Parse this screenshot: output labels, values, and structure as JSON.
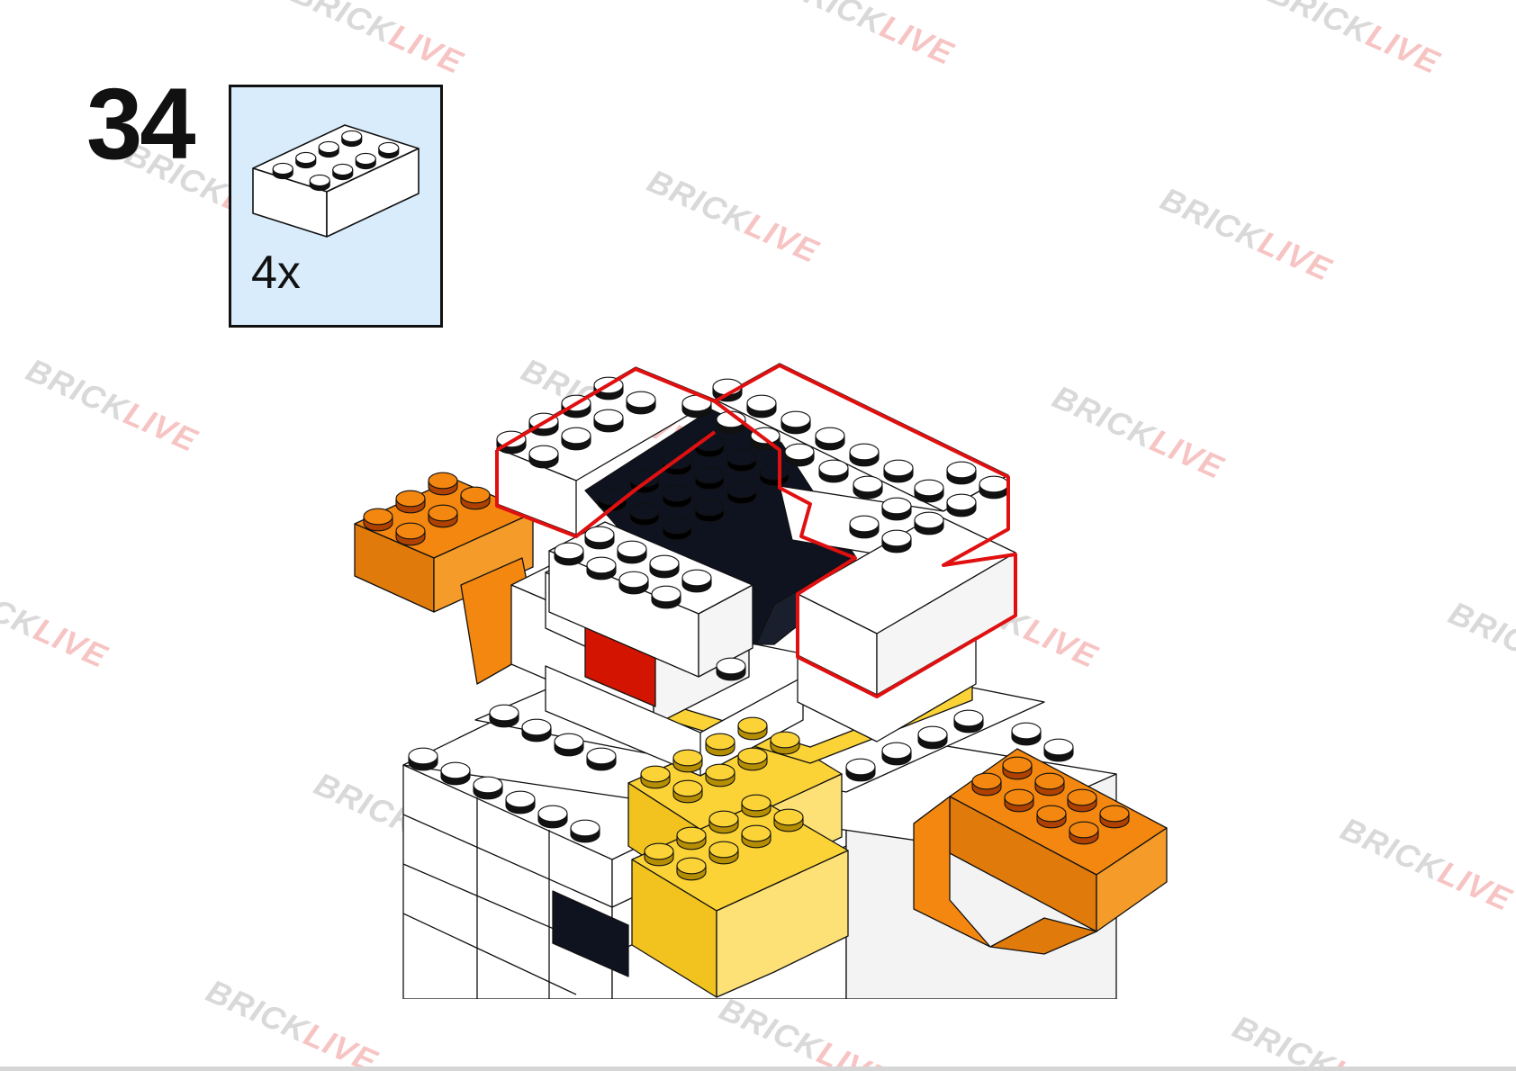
{
  "step": {
    "number": "34"
  },
  "parts": [
    {
      "name": "white-brick-2x4",
      "color": "#ffffff",
      "quantity": "4x"
    }
  ],
  "watermark": {
    "part1": "BRICK",
    "part2": "LIVE"
  },
  "colors": {
    "parts_box_bg": "#d8ecfb",
    "highlight_outline": "#e01010",
    "white_brick": "#ffffff",
    "black_brick": "#0f1320",
    "orange_brick": "#f4870f",
    "yellow_brick": "#fbd337",
    "red_tile": "#d31400",
    "outline": "#111111"
  }
}
